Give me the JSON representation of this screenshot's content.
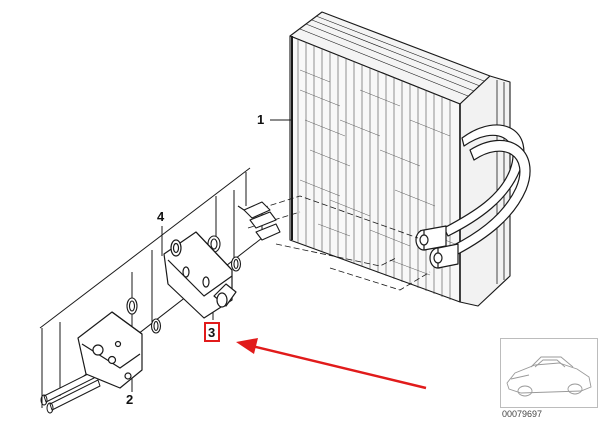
{
  "diagram": {
    "callouts": [
      {
        "id": "evaporator",
        "label": "1"
      },
      {
        "id": "adapter-block",
        "label": "2"
      },
      {
        "id": "expansion-valve",
        "label": "3",
        "highlighted": true
      },
      {
        "id": "seal-kit",
        "label": "4"
      }
    ],
    "catalog_code": "00079697",
    "colors": {
      "line": "#1a1a1a",
      "highlight": "#e11b1b",
      "arrow": "#e11b1b",
      "thumbnail_border": "#bcbcbc"
    },
    "icons": [
      "car-silhouette-icon"
    ]
  }
}
